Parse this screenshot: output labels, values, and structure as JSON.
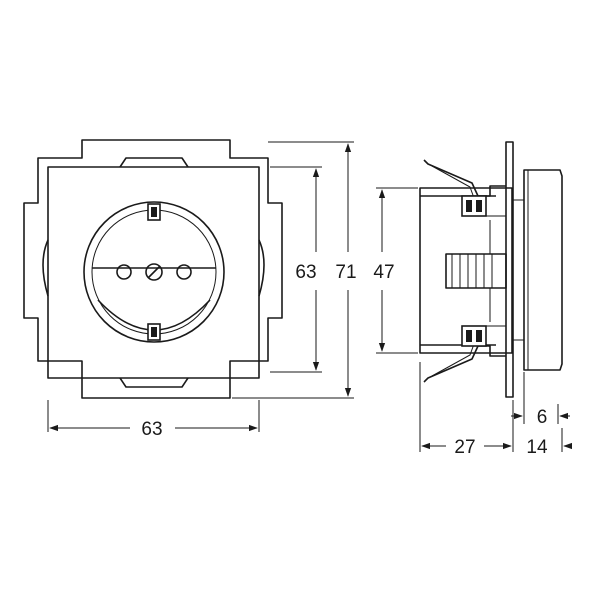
{
  "dimensions": {
    "front_width": "63",
    "front_inner_height": "63",
    "front_outer_height": "71",
    "side_body_height": "47",
    "side_depth": "27",
    "side_plate_front": "6",
    "side_plate_total": "14"
  },
  "colors": {
    "line": "#1a1a1a",
    "background": "#ffffff"
  }
}
